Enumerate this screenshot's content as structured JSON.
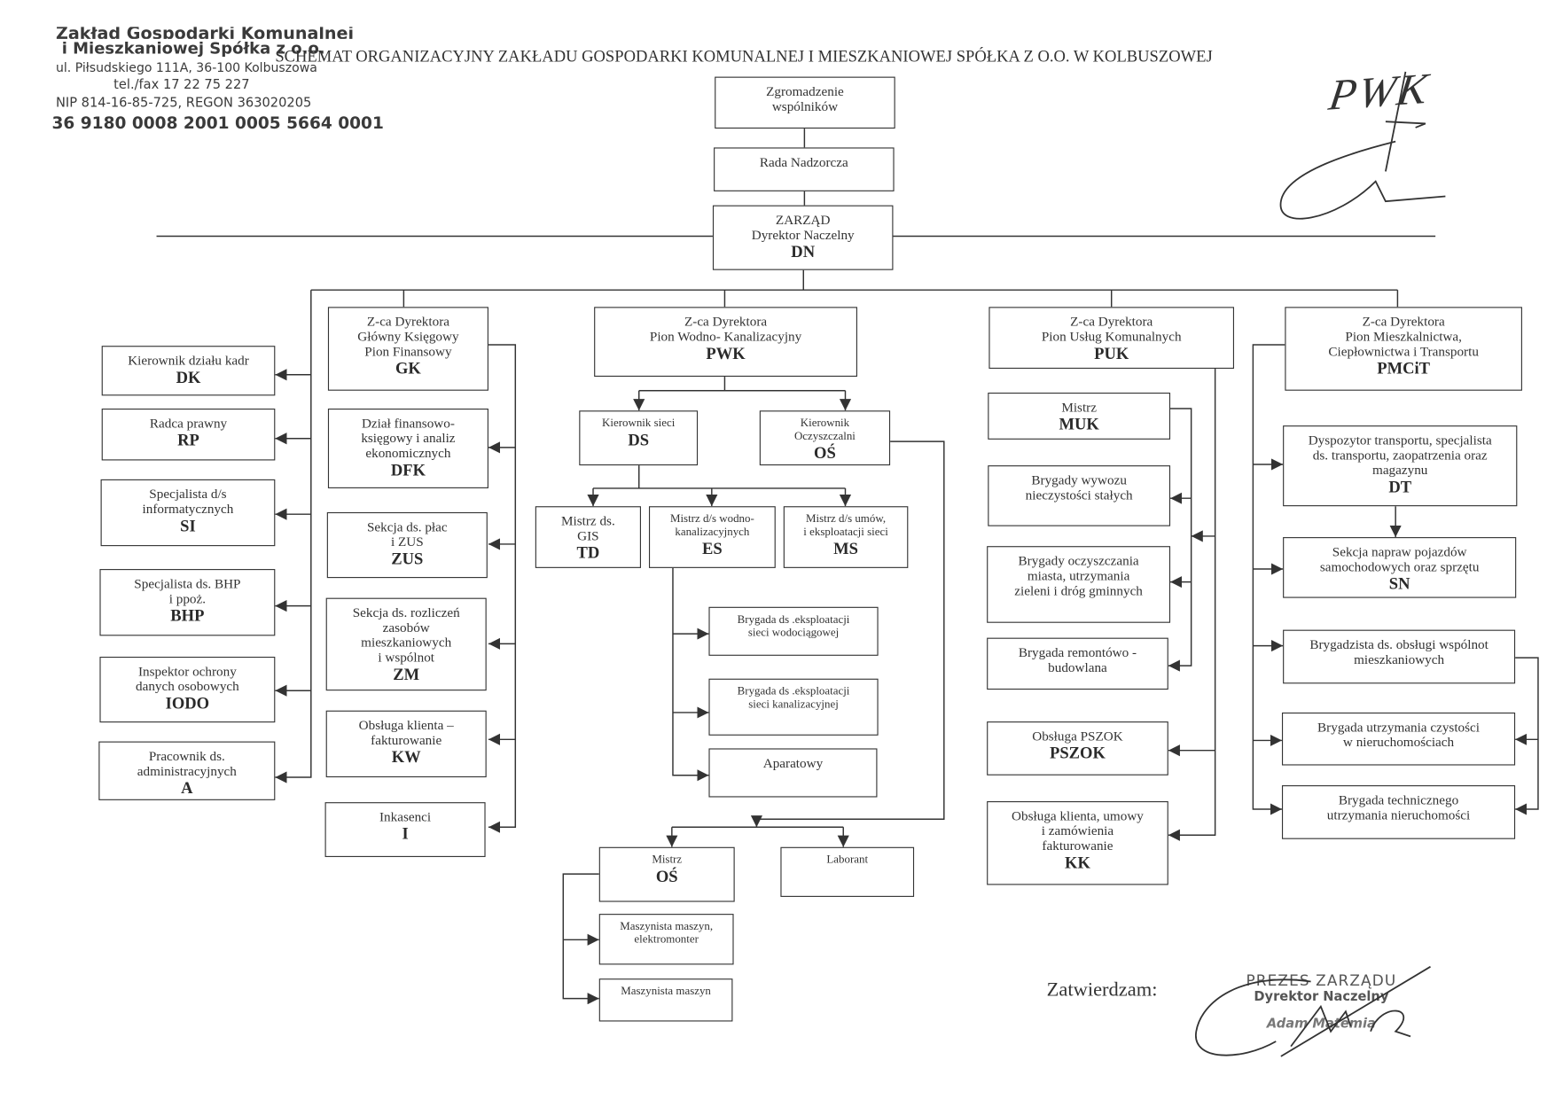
{
  "header_stamp": {
    "company_line1": "Zakład Gospodarki Komunalnej",
    "company_line2": "i Mieszkaniowej Spółka z o.o.",
    "address": "ul. Piłsudskiego 111A, 36-100 Kolbuszowa",
    "phone": "tel./fax  17 22 75 227",
    "nip_regon": "NIP 814-16-85-725, REGON 363020205",
    "account": "36 9180 0008 2001 0005 5664 0001"
  },
  "title": "SCHEMAT ORGANIZACYJNY ZAKŁADU GOSPODARKI KOMUNALNEJ I MIESZKANIOWEJ SPÓŁKA Z O.O. W KOLBUSZOWEJ",
  "signature_initials": "PWK",
  "boxes": [
    {
      "id": "ZW",
      "lines": [
        "Zgromadzenie",
        "wspólników"
      ],
      "code": ""
    },
    {
      "id": "RN",
      "lines": [
        "Rada Nadzorcza"
      ],
      "code": ""
    },
    {
      "id": "DN",
      "lines": [
        "ZARZĄD",
        "Dyrektor Naczelny"
      ],
      "code": "DN"
    },
    {
      "id": "DK",
      "lines": [
        "Kierownik działu kadr"
      ],
      "code": "DK"
    },
    {
      "id": "RP",
      "lines": [
        "Radca prawny"
      ],
      "code": "RP"
    },
    {
      "id": "SI",
      "lines": [
        "Specjalista d/s",
        "informatycznych"
      ],
      "code": "SI"
    },
    {
      "id": "BHP",
      "lines": [
        "Specjalista ds. BHP",
        "i ppoż."
      ],
      "code": "BHP"
    },
    {
      "id": "IODO",
      "lines": [
        "Inspektor ochrony",
        "danych osobowych"
      ],
      "code": "IODO"
    },
    {
      "id": "A",
      "lines": [
        "Pracownik ds.",
        "administracyjnych"
      ],
      "code": "A"
    },
    {
      "id": "GK",
      "lines": [
        "Z-ca Dyrektora",
        "Główny Księgowy",
        "Pion Finansowy"
      ],
      "code": "GK"
    },
    {
      "id": "DFK",
      "lines": [
        "Dział finansowo-",
        "księgowy i analiz",
        "ekonomicznych"
      ],
      "code": "DFK"
    },
    {
      "id": "ZUS",
      "lines": [
        "Sekcja  ds. płac",
        "i ZUS"
      ],
      "code": "ZUS"
    },
    {
      "id": "ZM",
      "lines": [
        "Sekcja ds. rozliczeń",
        "zasobów",
        "mieszkaniowych",
        "i wspólnot"
      ],
      "code": "ZM"
    },
    {
      "id": "KW",
      "lines": [
        "Obsługa klienta –",
        "fakturowanie"
      ],
      "code": "KW"
    },
    {
      "id": "I",
      "lines": [
        "Inkasenci"
      ],
      "code": "I"
    },
    {
      "id": "PWK",
      "lines": [
        "Z-ca Dyrektora",
        "Pion Wodno- Kanalizacyjny"
      ],
      "code": "PWK"
    },
    {
      "id": "DS",
      "lines": [
        "Kierownik sieci"
      ],
      "code": "DS"
    },
    {
      "id": "OS",
      "lines": [
        "Kierownik",
        "Oczyszczalni"
      ],
      "code": "OŚ"
    },
    {
      "id": "TD",
      "lines": [
        "Mistrz ds.",
        "GIS"
      ],
      "code": "TD"
    },
    {
      "id": "ES",
      "lines": [
        "Mistrz d/s wodno-",
        "kanalizacyjnych"
      ],
      "code": "ES"
    },
    {
      "id": "MS",
      "lines": [
        "Mistrz d/s umów,",
        "i eksploatacji sieci"
      ],
      "code": "MS"
    },
    {
      "id": "BW",
      "lines": [
        "Brygada ds .eksploatacji",
        "sieci wodociągowej"
      ],
      "code": ""
    },
    {
      "id": "BK",
      "lines": [
        "Brygada ds .eksploatacji",
        "sieci kanalizacyjnej"
      ],
      "code": ""
    },
    {
      "id": "AP",
      "lines": [
        "Aparatowy"
      ],
      "code": ""
    },
    {
      "id": "MOS",
      "lines": [
        "Mistrz"
      ],
      "code": "OŚ"
    },
    {
      "id": "LAB",
      "lines": [
        "Laborant"
      ],
      "code": ""
    },
    {
      "id": "ME",
      "lines": [
        "Maszynista maszyn,",
        "elektromonter"
      ],
      "code": ""
    },
    {
      "id": "MM",
      "lines": [
        "Maszynista maszyn"
      ],
      "code": ""
    },
    {
      "id": "PUK",
      "lines": [
        "Z-ca Dyrektora",
        "Pion Usług Komunalnych"
      ],
      "code": "PUK"
    },
    {
      "id": "MUK",
      "lines": [
        "Mistrz"
      ],
      "code": "MUK"
    },
    {
      "id": "BWN",
      "lines": [
        "Brygady wywozu",
        "nieczystości stałych"
      ],
      "code": ""
    },
    {
      "id": "BOM",
      "lines": [
        "Brygady oczyszczania",
        "miasta, utrzymania",
        "zieleni i dróg gminnych"
      ],
      "code": ""
    },
    {
      "id": "BRB",
      "lines": [
        "Brygada remontówo -",
        "budowlana"
      ],
      "code": ""
    },
    {
      "id": "PSZOK",
      "lines": [
        "Obsługa PSZOK"
      ],
      "code": "PSZOK"
    },
    {
      "id": "KK",
      "lines": [
        "Obsługa klienta, umowy",
        "i zamówienia",
        "fakturowanie"
      ],
      "code": "KK"
    },
    {
      "id": "PMCIT",
      "lines": [
        "Z-ca Dyrektora",
        "Pion Mieszkalnictwa,",
        "Ciepłownictwa i Transportu"
      ],
      "code": "PMCiT"
    },
    {
      "id": "DT",
      "lines": [
        "Dyspozytor transportu, specjalista",
        "ds. transportu, zaopatrzenia oraz",
        "magazynu"
      ],
      "code": "DT"
    },
    {
      "id": "SN",
      "lines": [
        "Sekcja napraw pojazdów",
        "samochodowych oraz sprzętu"
      ],
      "code": "SN"
    },
    {
      "id": "BOW",
      "lines": [
        "Brygadzista  ds. obsługi wspólnot",
        "mieszkaniowych"
      ],
      "code": ""
    },
    {
      "id": "BUC",
      "lines": [
        "Brygada utrzymania czystości",
        "w nieruchomościach"
      ],
      "code": ""
    },
    {
      "id": "BTU",
      "lines": [
        "Brygada technicznego",
        "utrzymania nieruchomości"
      ],
      "code": ""
    }
  ],
  "approval": {
    "label": "Zatwierdzam:",
    "stamp_title": "PREZES ZARZĄDU",
    "stamp_role": "Dyrektor Naczelny",
    "stamp_name": "Adam Matemia"
  }
}
